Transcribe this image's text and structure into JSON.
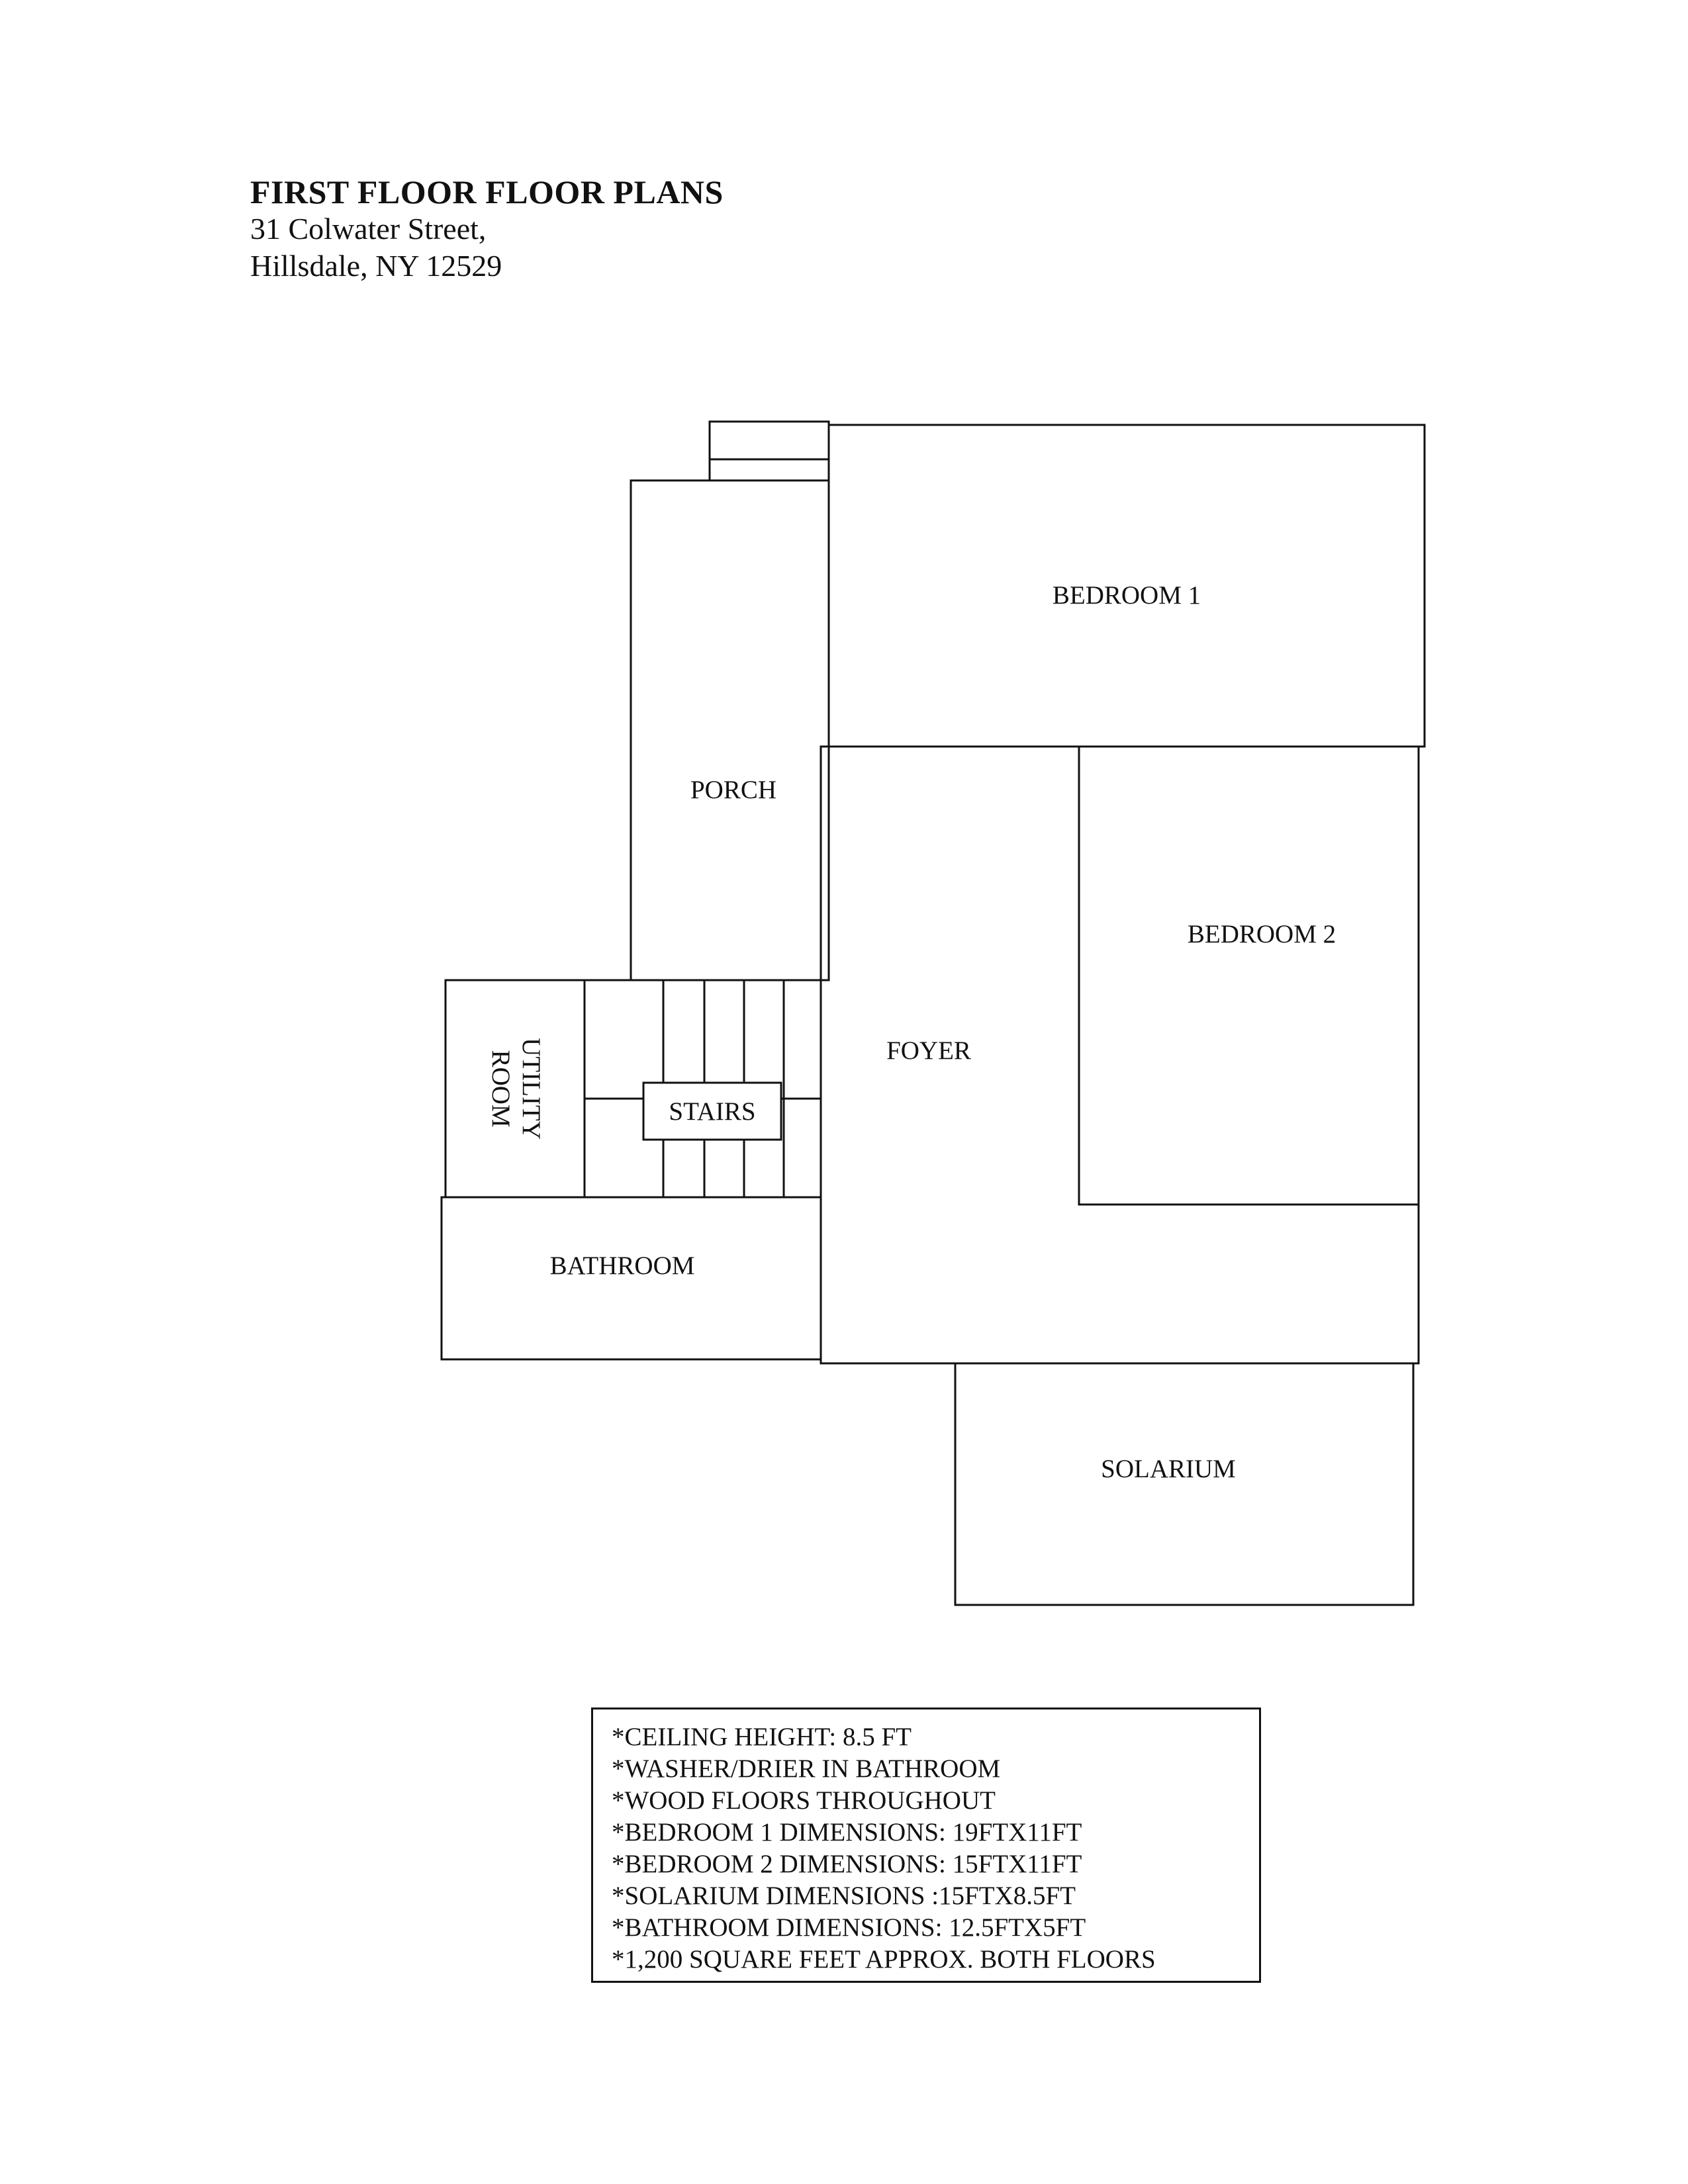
{
  "header": {
    "title": "FIRST FLOOR FLOOR PLANS",
    "address_line1": "31 Colwater Street,",
    "address_line2": "Hillsdale, NY 12529"
  },
  "rooms": {
    "bedroom1": "BEDROOM 1",
    "bedroom2": "BEDROOM 2",
    "porch": "PORCH",
    "foyer": "FOYER",
    "utility_line1": "UTILITY",
    "utility_line2": "ROOM",
    "stairs": "STAIRS",
    "bathroom": "BATHROOM",
    "solarium": "SOLARIUM"
  },
  "notes": [
    "*CEILING HEIGHT: 8.5 FT",
    "*WASHER/DRIER IN BATHROOM",
    "*WOOD FLOORS THROUGHOUT",
    "*BEDROOM 1 DIMENSIONS: 19FTX11FT",
    "*BEDROOM 2 DIMENSIONS: 15FTX11FT",
    "*SOLARIUM DIMENSIONS :15FTX8.5FT",
    "*BATHROOM DIMENSIONS: 12.5FTX5FT",
    "*1,200 SQUARE FEET APPROX. BOTH FLOORS"
  ],
  "colors": {
    "ink": "#111111",
    "paper": "#ffffff"
  }
}
